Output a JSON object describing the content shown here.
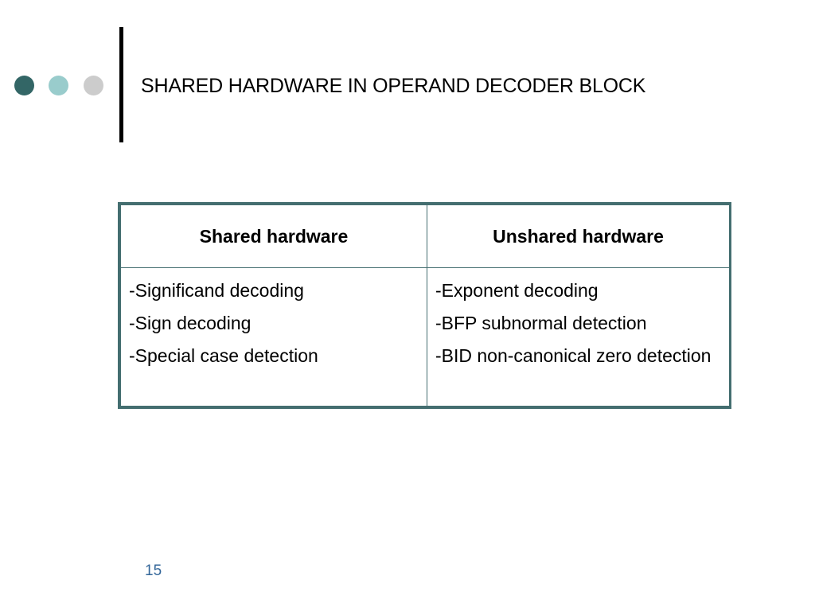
{
  "slide": {
    "title": "SHARED HARDWARE IN OPERAND DECODER BLOCK",
    "page_number": "15",
    "colors": {
      "dot_dark": "#336666",
      "dot_light": "#99cccc",
      "dot_gray": "#cccccc",
      "table_border": "#446e70",
      "page_number": "#336699"
    }
  },
  "table": {
    "headers": [
      "Shared hardware",
      "Unshared hardware"
    ],
    "shared_items": [
      "-Significand decoding",
      "-Sign decoding",
      "-Special case detection"
    ],
    "unshared_items": [
      "-Exponent decoding",
      "-BFP subnormal detection",
      "-BID non-canonical zero detection"
    ]
  }
}
